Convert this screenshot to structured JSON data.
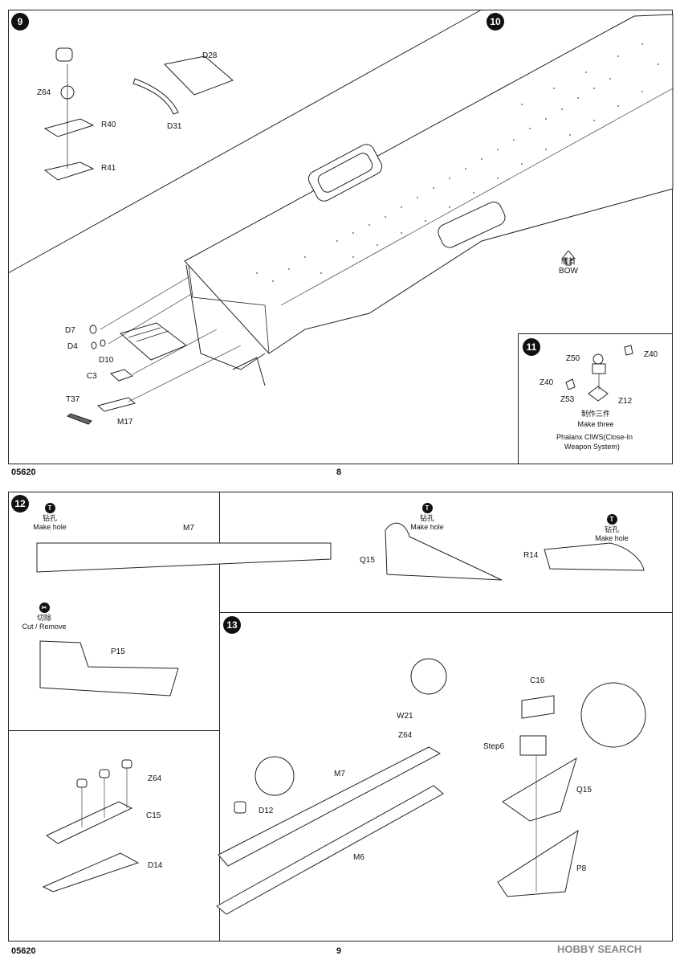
{
  "top_page": {
    "step9": "9",
    "step10": "10",
    "step11": "11",
    "parts_9": [
      "D28",
      "Z64",
      "R40",
      "R41",
      "D31"
    ],
    "parts_10": [
      "D7",
      "D4",
      "D10",
      "C3",
      "T37",
      "M17"
    ],
    "bow": {
      "cn": "艦首",
      "en": "BOW"
    },
    "parts_11": [
      "Z50",
      "Z40",
      "Z40",
      "Z53",
      "Z12"
    ],
    "note_11": {
      "cn": "制作三件",
      "en": "Make three",
      "desc1": "Phalanx CIWS(Close-In",
      "desc2": "Weapon System)"
    },
    "code": "05620",
    "page": "8"
  },
  "bottom_page": {
    "step12": "12",
    "step13": "13",
    "drill_icon": "T",
    "cut_icon": "✂",
    "drill": {
      "cn": "钻孔",
      "en": "Make hole"
    },
    "cut": {
      "cn": "切除",
      "en": "Cut / Remove"
    },
    "parts_12": [
      "M7",
      "Q15",
      "R14",
      "P15"
    ],
    "parts_13": [
      "Z64",
      "C15",
      "D14",
      "M7",
      "D12",
      "M6",
      "W21",
      "Z64",
      "C16",
      "Step6",
      "Q15",
      "P8"
    ],
    "code": "05620",
    "page": "9"
  },
  "watermark": "HOBBY SEARCH",
  "colors": {
    "ink": "#111111",
    "line": "#222222",
    "paper": "#ffffff"
  }
}
